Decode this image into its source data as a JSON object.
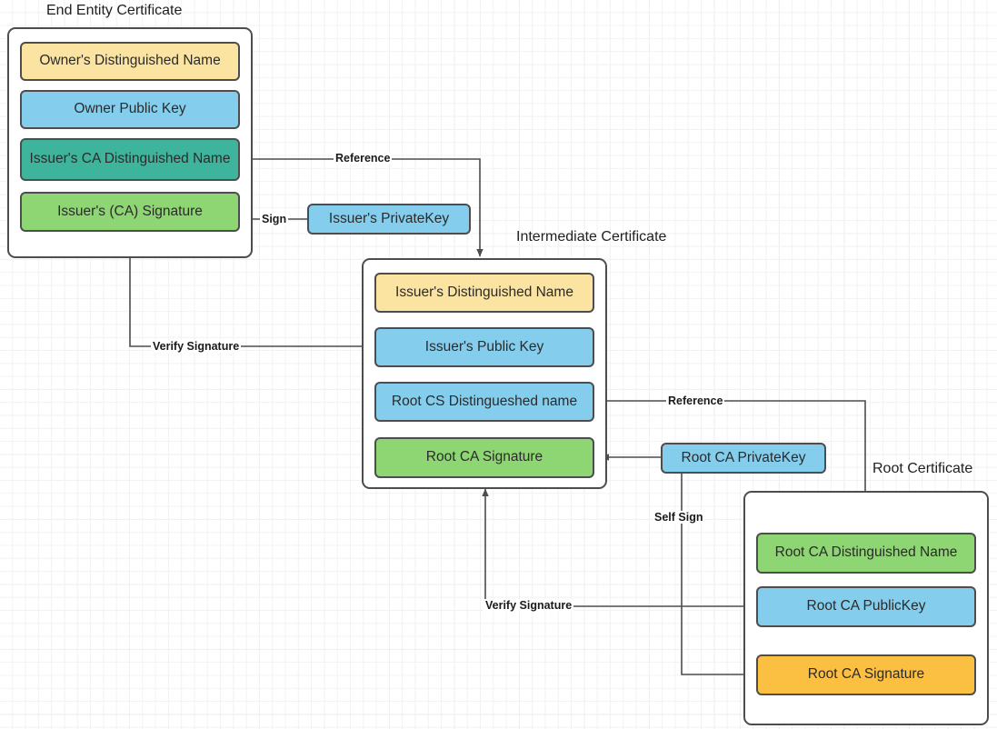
{
  "diagram": {
    "title_text_color": "#1f1f1f",
    "colors": {
      "yellow": "#fbe3a2",
      "blue": "#85cdec",
      "teal": "#3fb49c",
      "green": "#8ed573",
      "orange": "#fbbf41",
      "stroke": "#4d4d4d",
      "background": "#ffffff",
      "grid_minor": "#f2f2f2",
      "grid_major": "#e3e3e3"
    },
    "groups": [
      {
        "id": "end-entity-certificate",
        "title": "End Entity Certificate",
        "nodes": [
          {
            "id": "owners-distinguished-name",
            "label": "Owner's Distinguished Name",
            "color": "#fbe3a2"
          },
          {
            "id": "owner-public-key",
            "label": "Owner Public  Key",
            "color": "#85cdec"
          },
          {
            "id": "issuers-ca-distinguished-name",
            "label": "Issuer's CA Distinguished Name",
            "color": "#3fb49c"
          },
          {
            "id": "issuers-ca-signature",
            "label": "Issuer's (CA) Signature",
            "color": "#8ed573"
          }
        ]
      },
      {
        "id": "intermediate-certificate",
        "title": "Intermediate Certificate",
        "nodes": [
          {
            "id": "issuers-distinguished-name",
            "label": "Issuer's Distinguished Name",
            "color": "#fbe3a2"
          },
          {
            "id": "issuers-public-key",
            "label": "Issuer's Public  Key",
            "color": "#85cdec"
          },
          {
            "id": "root-cs-distingueshed-name",
            "label": "Root CS Distingueshed name",
            "color": "#85cdec"
          },
          {
            "id": "root-ca-signature-intermediate",
            "label": "Root CA Signature",
            "color": "#8ed573"
          }
        ]
      },
      {
        "id": "root-certificate",
        "title": "Root Certificate",
        "nodes": [
          {
            "id": "root-ca-distinguished-name",
            "label": "Root CA Distinguished Name",
            "color": "#8ed573"
          },
          {
            "id": "root-ca-publickey",
            "label": "Root CA PublicKey",
            "color": "#85cdec"
          },
          {
            "id": "root-ca-signature-root",
            "label": "Root CA Signature",
            "color": "#fbbf41"
          }
        ]
      }
    ],
    "standalone_nodes": [
      {
        "id": "issuers-privatekey",
        "label": "Issuer's PrivateKey",
        "color": "#85cdec"
      },
      {
        "id": "root-ca-privatekey",
        "label": "Root CA PrivateKey",
        "color": "#85cdec"
      }
    ],
    "edge_labels": [
      {
        "id": "reference-top",
        "label": "Reference"
      },
      {
        "id": "sign",
        "label": "Sign"
      },
      {
        "id": "verify-signature-top",
        "label": "Verify Signature"
      },
      {
        "id": "reference-bottom",
        "label": "Reference"
      },
      {
        "id": "self-sign",
        "label": "Self Sign"
      },
      {
        "id": "verify-signature-bottom",
        "label": "Verify Signature"
      }
    ]
  }
}
